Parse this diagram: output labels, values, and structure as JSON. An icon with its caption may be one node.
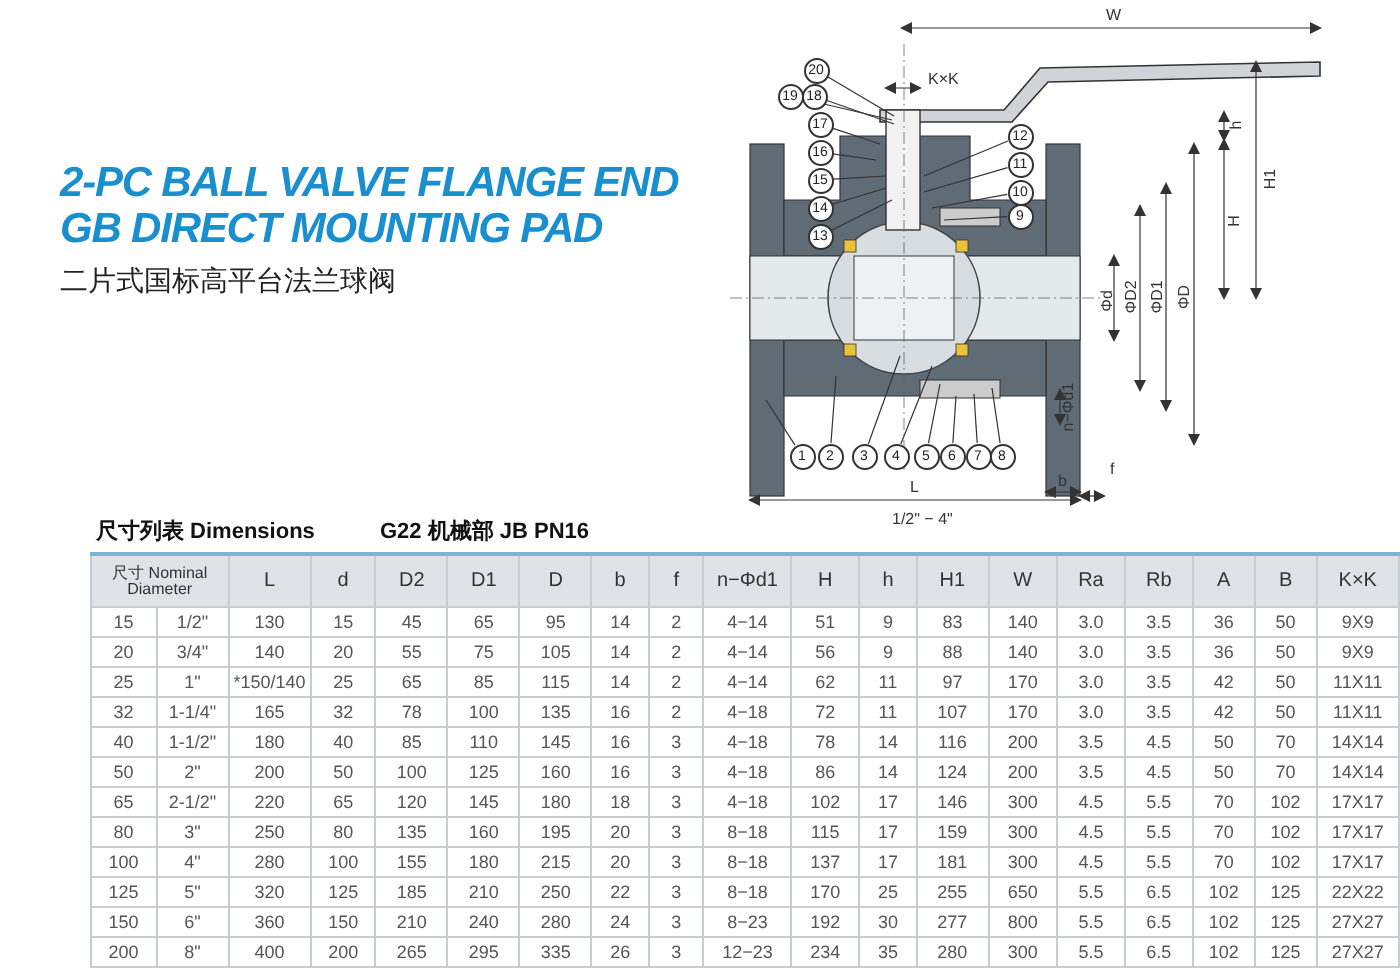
{
  "diagram": {
    "title": "2-PC BALL VALVE FLANGE END GB DIRECT MOUNTING PAD",
    "nodes": [
      {
        "text": [
          "20"
        ]
      },
      {
        "text": [
          "19"
        ]
      },
      {
        "text": [
          "18"
        ]
      },
      {
        "text": [
          "17"
        ]
      },
      {
        "text": [
          "16"
        ]
      },
      {
        "text": [
          "15"
        ]
      },
      {
        "text": [
          "14"
        ]
      },
      {
        "text": [
          "13"
        ]
      },
      {
        "text": [
          "12"
        ]
      },
      {
        "text": [
          "11"
        ]
      },
      {
        "text": [
          "10"
        ]
      },
      {
        "text": [
          "9"
        ]
      },
      {
        "text": [
          "1"
        ]
      },
      {
        "text": [
          "2"
        ]
      },
      {
        "text": [
          "3"
        ]
      },
      {
        "text": [
          "4"
        ]
      },
      {
        "text": [
          "5"
        ]
      },
      {
        "text": [
          "6"
        ]
      },
      {
        "text": [
          "7"
        ]
      },
      {
        "text": [
          "8"
        ]
      }
    ],
    "edges": [
      {
        "from": 0,
        "to": null,
        "arrow": "none"
      },
      {
        "from": 1,
        "to": null,
        "arrow": "none"
      },
      {
        "from": 2,
        "to": null,
        "arrow": "none"
      },
      {
        "from": 3,
        "to": null,
        "arrow": "none"
      },
      {
        "from": 4,
        "to": null,
        "arrow": "none"
      },
      {
        "from": 5,
        "to": null,
        "arrow": "none"
      },
      {
        "from": 6,
        "to": null,
        "arrow": "none"
      },
      {
        "from": 7,
        "to": null,
        "arrow": "none"
      },
      {
        "from": 8,
        "to": null,
        "arrow": "none"
      },
      {
        "from": 9,
        "to": null,
        "arrow": "none"
      },
      {
        "from": 10,
        "to": null,
        "arrow": "none"
      },
      {
        "from": 11,
        "to": null,
        "arrow": "none"
      },
      {
        "from": 12,
        "to": null,
        "arrow": "none"
      },
      {
        "from": 13,
        "to": null,
        "arrow": "none"
      },
      {
        "from": 14,
        "to": null,
        "arrow": "none"
      },
      {
        "from": 15,
        "to": null,
        "arrow": "none"
      },
      {
        "from": 16,
        "to": null,
        "arrow": "none"
      },
      {
        "from": 17,
        "to": null,
        "arrow": "none"
      },
      {
        "from": 18,
        "to": null,
        "arrow": "none"
      },
      {
        "from": 19,
        "to": null,
        "arrow": "none"
      }
    ],
    "labels": [
      "二片式国标高平台法兰球阀",
      "W",
      "K×K",
      "h",
      "H1",
      "H",
      "Φd",
      "ΦD2",
      "ΦD1",
      "ΦD",
      "n−Φd1",
      "f",
      "b",
      "L",
      "1/2\" − 4\"",
      "尺寸列表 Dimensions",
      "G22 机械部 JB PN16",
      "尺寸 Nominal Diameter",
      "L",
      "d",
      "D2",
      "D1",
      "D",
      "b",
      "f",
      "n−Φd1",
      "H",
      "h",
      "H1",
      "W",
      "Ra",
      "Rb",
      "A",
      "B",
      "K×K",
      "15",
      "1/2\"",
      "130",
      "15",
      "45",
      "65",
      "95",
      "14",
      "2",
      "4−14",
      "51",
      "9",
      "83",
      "140",
      "3.0",
      "3.5",
      "36",
      "50",
      "9X9",
      "20",
      "3/4\"",
      "140",
      "20",
      "55",
      "75",
      "105",
      "14",
      "2",
      "4−14",
      "56",
      "9",
      "88",
      "140",
      "3.0",
      "3.5",
      "36",
      "50",
      "9X9",
      "25",
      "1\"",
      "*150/140",
      "25",
      "65",
      "85",
      "115",
      "14",
      "2",
      "4−14",
      "62",
      "11",
      "97",
      "170",
      "3.0",
      "3.5",
      "42",
      "50",
      "11X11",
      "32",
      "1-1/4\"",
      "165",
      "32",
      "78",
      "100",
      "135",
      "16",
      "2",
      "4−18",
      "72",
      "11",
      "107",
      "170",
      "3.0",
      "3.5",
      "42",
      "50",
      "11X11",
      "40",
      "1-1/2\"",
      "180",
      "40",
      "85",
      "110",
      "145",
      "16",
      "3",
      "4−18",
      "78",
      "14",
      "116",
      "200",
      "3.5",
      "4.5",
      "50",
      "70",
      "14X14",
      "50",
      "2\"",
      "200",
      "50",
      "100",
      "125",
      "160",
      "16",
      "3",
      "4−18",
      "86",
      "14",
      "124",
      "200",
      "3.5",
      "4.5",
      "50",
      "70",
      "14X14",
      "65",
      "2-1/2\"",
      "220",
      "65",
      "120",
      "145",
      "180",
      "18",
      "3",
      "4−18",
      "102",
      "17",
      "146",
      "300",
      "4.5",
      "5.5",
      "70",
      "102",
      "17X17",
      "80",
      "3\"",
      "250",
      "80",
      "135",
      "160",
      "195",
      "20",
      "3",
      "8−18",
      "115",
      "17",
      "159",
      "300",
      "4.5",
      "5.5",
      "70",
      "102",
      "17X17",
      "100",
      "4\"",
      "280",
      "100",
      "155",
      "180",
      "215",
      "20",
      "3",
      "8−18",
      "137",
      "17",
      "181",
      "300",
      "4.5",
      "5.5",
      "70",
      "102",
      "17X17",
      "125",
      "5\"",
      "320",
      "125",
      "185",
      "210",
      "250",
      "22",
      "3",
      "8−18",
      "170",
      "25",
      "255",
      "650",
      "5.5",
      "6.5",
      "102",
      "125",
      "22X22",
      "150",
      "6\"",
      "360",
      "150",
      "210",
      "240",
      "280",
      "24",
      "3",
      "8−23",
      "192",
      "30",
      "277",
      "800",
      "5.5",
      "6.5",
      "102",
      "125",
      "27X27",
      "200",
      "8\"",
      "400",
      "200",
      "265",
      "295",
      "335",
      "26",
      "3",
      "12−23",
      "234",
      "35",
      "280",
      "300",
      "5.5",
      "6.5",
      "102",
      "125",
      "27X27"
    ]
  }
}
